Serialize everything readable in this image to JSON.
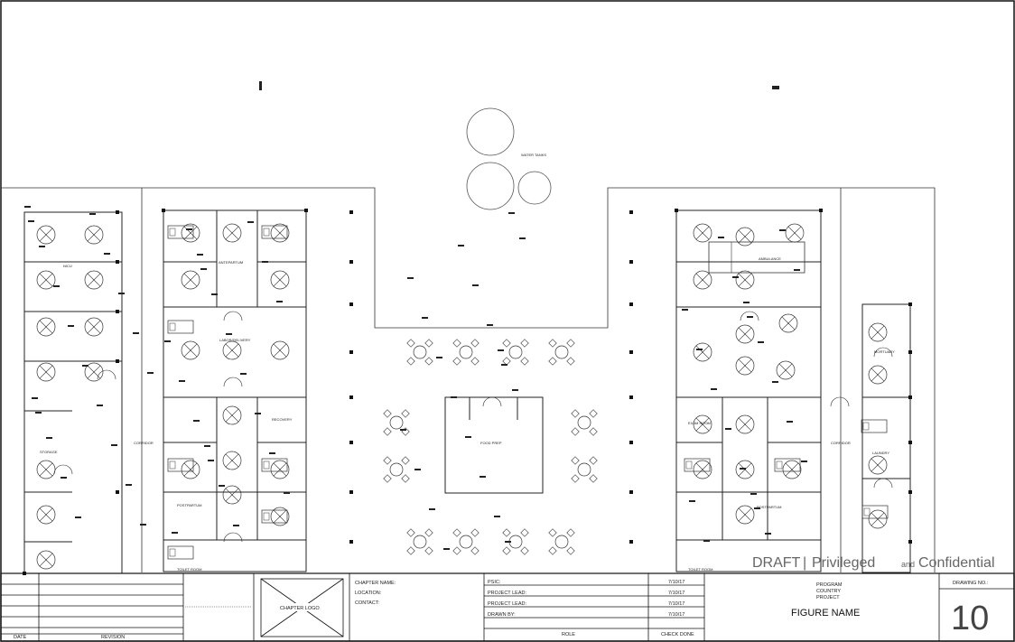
{
  "plan_labels": {
    "water_tanks": "WATER TANKS",
    "nicu": "NICU",
    "storage": "STORAGE",
    "corridor_left": "CORRIDOR",
    "antepartum": "ANTEPARTUM",
    "labor_delivery": "LABOR/DELIVERY",
    "recovery": "RECOVERY",
    "food_prep": "FOOD PREP",
    "ambulance": "AMBULANCE",
    "mortuary": "MORTUARY",
    "corridor_right": "CORRIDOR",
    "laundry": "LAUNDRY",
    "exam_room": "EXAM ROOM",
    "postpartum_left": "POSTPARTUM",
    "postpartum_right": "POSTPARTUM",
    "toilet_left": "TOILET ROOM",
    "toilet_right": "TOILET ROOM"
  },
  "watermark": {
    "draft": "DRAFT",
    "sep": "|",
    "privileged": "Privileged",
    "and": "and",
    "confidential": "Confidential"
  },
  "title_block": {
    "date_label": "DATE",
    "revision_label": "REVISION",
    "chapter_logo": "CHAPTER LOGO",
    "chapter_name": "CHAPTER NAME:",
    "location": "LOCATION:",
    "contact": "CONTACT:",
    "rows": [
      {
        "label": "PSIC:",
        "date": "7/10/17"
      },
      {
        "label": "PROJECT LEAD:",
        "date": "7/10/17"
      },
      {
        "label": "PROJECT LEAD:",
        "date": "7/10/17"
      },
      {
        "label": "DRAWN BY:",
        "date": "7/10/17"
      }
    ],
    "role_label": "ROLE",
    "check_done": "CHECK DONE",
    "program": "PROGRAM",
    "country": "COUNTRY",
    "project": "PROJECT",
    "figure_name": "FIGURE NAME",
    "drawing_no_label": "DRAWING NO.:",
    "drawing_no": "10"
  }
}
